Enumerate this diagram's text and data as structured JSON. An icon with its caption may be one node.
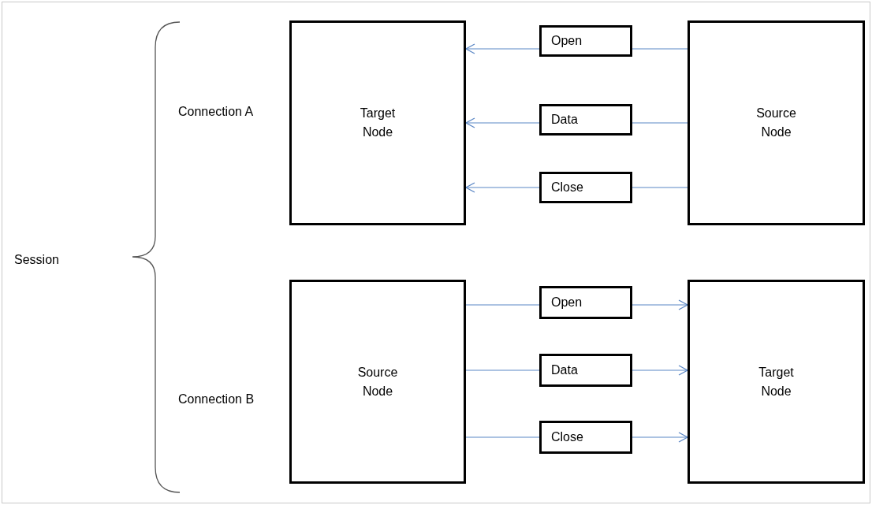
{
  "diagram": {
    "nodes": [
      {
        "text": [
          "Target Node"
        ]
      },
      {
        "text": [
          "Open"
        ]
      },
      {
        "text": [
          "Data"
        ]
      },
      {
        "text": [
          "Close"
        ]
      },
      {
        "text": [
          "Source Node"
        ]
      },
      {
        "text": [
          "Source Node"
        ]
      },
      {
        "text": [
          "Open"
        ]
      },
      {
        "text": [
          "Data"
        ]
      },
      {
        "text": [
          "Close"
        ]
      },
      {
        "text": [
          "Target Node"
        ]
      }
    ],
    "edges": [
      {
        "from": 4,
        "to": 1,
        "arrow": "none"
      },
      {
        "from": 1,
        "to": 0,
        "arrow": "to"
      },
      {
        "from": 4,
        "to": 2,
        "arrow": "none"
      },
      {
        "from": 2,
        "to": 0,
        "arrow": "to"
      },
      {
        "from": 4,
        "to": 3,
        "arrow": "none"
      },
      {
        "from": 3,
        "to": 0,
        "arrow": "to"
      },
      {
        "from": 5,
        "to": 6,
        "arrow": "none"
      },
      {
        "from": 6,
        "to": 9,
        "arrow": "to"
      },
      {
        "from": 5,
        "to": 7,
        "arrow": "none"
      },
      {
        "from": 7,
        "to": 9,
        "arrow": "to"
      },
      {
        "from": 5,
        "to": 8,
        "arrow": "none"
      },
      {
        "from": 8,
        "to": 9,
        "arrow": "to"
      }
    ],
    "labels": [
      "Connection A",
      "Session",
      "Connection B"
    ]
  }
}
